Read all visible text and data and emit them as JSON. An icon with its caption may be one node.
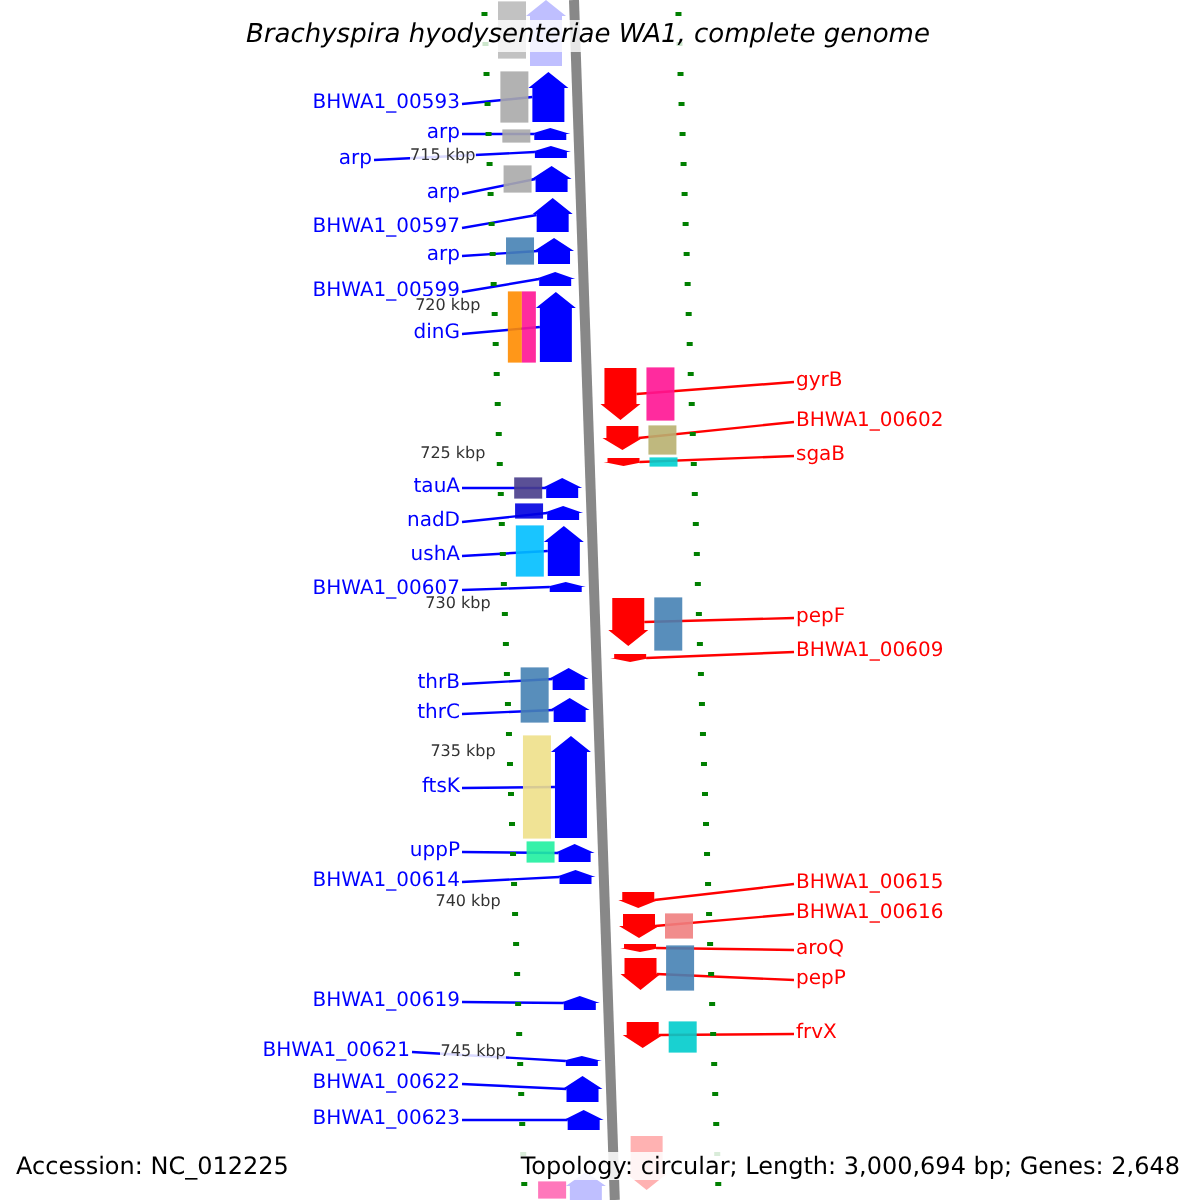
{
  "diagram": {
    "title": "Brachyspira hyodysenteriae WA1, complete genome",
    "nodes": [
      {
        "text": [
          "BHWA1_00593"
        ]
      },
      {
        "text": [
          "arp"
        ]
      },
      {
        "text": [
          "arp"
        ]
      },
      {
        "text": [
          "arp"
        ]
      },
      {
        "text": [
          "BHWA1_00597"
        ]
      },
      {
        "text": [
          "arp"
        ]
      },
      {
        "text": [
          "BHWA1_00599"
        ]
      },
      {
        "text": [
          "dinG"
        ]
      },
      {
        "text": [
          "gyrB"
        ]
      },
      {
        "text": [
          "BHWA1_00602"
        ]
      },
      {
        "text": [
          "sgaB"
        ]
      },
      {
        "text": [
          "tauA"
        ]
      },
      {
        "text": [
          "nadD"
        ]
      },
      {
        "text": [
          "ushA"
        ]
      },
      {
        "text": [
          "BHWA1_00607"
        ]
      },
      {
        "text": [
          "pepF"
        ]
      },
      {
        "text": [
          "BHWA1_00609"
        ]
      },
      {
        "text": [
          "thrB"
        ]
      },
      {
        "text": [
          "thrC"
        ]
      },
      {
        "text": [
          "ftsK"
        ]
      },
      {
        "text": [
          "uppP"
        ]
      },
      {
        "text": [
          "BHWA1_00614"
        ]
      },
      {
        "text": [
          "BHWA1_00615"
        ]
      },
      {
        "text": [
          "BHWA1_00616"
        ]
      },
      {
        "text": [
          "aroQ"
        ]
      },
      {
        "text": [
          "pepP"
        ]
      },
      {
        "text": [
          "BHWA1_00619"
        ]
      },
      {
        "text": [
          "frvX"
        ]
      },
      {
        "text": [
          "BHWA1_00621"
        ]
      },
      {
        "text": [
          "BHWA1_00622"
        ]
      },
      {
        "text": [
          "BHWA1_00623"
        ]
      },
      {
        "text": [],
        "shape": "arrow"
      },
      {
        "text": [],
        "shape": "arrow"
      },
      {
        "text": [],
        "shape": "arrow"
      },
      {
        "text": [],
        "shape": "arrow"
      },
      {
        "text": [],
        "shape": "arrow"
      },
      {
        "text": [],
        "shape": "arrow"
      },
      {
        "text": [],
        "shape": "arrow"
      },
      {
        "text": [],
        "shape": "arrow"
      },
      {
        "text": [],
        "shape": "arrow"
      },
      {
        "text": [],
        "shape": "arrow"
      },
      {
        "text": [],
        "shape": "arrow"
      },
      {
        "text": [],
        "shape": "arrow"
      },
      {
        "text": [],
        "shape": "arrow"
      },
      {
        "text": [],
        "shape": "arrow"
      },
      {
        "text": [],
        "shape": "arrow"
      },
      {
        "text": [],
        "shape": "arrow"
      },
      {
        "text": [],
        "shape": "arrow"
      },
      {
        "text": [],
        "shape": "arrow"
      },
      {
        "text": [],
        "shape": "arrow"
      },
      {
        "text": [],
        "shape": "arrow"
      },
      {
        "text": [],
        "shape": "arrow"
      },
      {
        "text": [],
        "shape": "arrow"
      },
      {
        "text": [],
        "shape": "arrow"
      },
      {
        "text": [],
        "shape": "arrow"
      },
      {
        "text": [],
        "shape": "arrow"
      },
      {
        "text": [],
        "shape": "arrow"
      },
      {
        "text": [],
        "shape": "arrow"
      },
      {
        "text": [],
        "shape": "arrow"
      },
      {
        "text": [],
        "shape": "arrow"
      },
      {
        "text": [],
        "shape": "arrow"
      },
      {
        "text": [],
        "shape": "arrow"
      }
    ],
    "edges": [
      {
        "from": 0,
        "to": 31,
        "arrow": "none"
      },
      {
        "from": 1,
        "to": 32,
        "arrow": "none"
      },
      {
        "from": 2,
        "to": 33,
        "arrow": "none"
      },
      {
        "from": 3,
        "to": 34,
        "arrow": "none"
      },
      {
        "from": 4,
        "to": 35,
        "arrow": "none"
      },
      {
        "from": 5,
        "to": 36,
        "arrow": "none"
      },
      {
        "from": 6,
        "to": 37,
        "arrow": "none"
      },
      {
        "from": 7,
        "to": 38,
        "arrow": "none"
      },
      {
        "from": 8,
        "to": 39,
        "arrow": "none",
        "color": "#ff0000"
      },
      {
        "from": 9,
        "to": 40,
        "arrow": "none",
        "color": "#ff0000"
      },
      {
        "from": 10,
        "to": 41,
        "arrow": "none",
        "color": "#ff0000"
      },
      {
        "from": 11,
        "to": 42,
        "arrow": "none"
      },
      {
        "from": 12,
        "to": 43,
        "arrow": "none"
      },
      {
        "from": 13,
        "to": 44,
        "arrow": "none"
      },
      {
        "from": 14,
        "to": 45,
        "arrow": "none"
      },
      {
        "from": 15,
        "to": 46,
        "arrow": "none",
        "color": "#ff0000"
      },
      {
        "from": 16,
        "to": 47,
        "arrow": "none",
        "color": "#ff0000"
      },
      {
        "from": 17,
        "to": 48,
        "arrow": "none"
      },
      {
        "from": 18,
        "to": 49,
        "arrow": "none"
      },
      {
        "from": 19,
        "to": 50,
        "arrow": "none"
      },
      {
        "from": 20,
        "to": 51,
        "arrow": "none"
      },
      {
        "from": 21,
        "to": 52,
        "arrow": "none"
      },
      {
        "from": 22,
        "to": 53,
        "arrow": "none",
        "color": "#ff0000"
      },
      {
        "from": 23,
        "to": 54,
        "arrow": "none",
        "color": "#ff0000"
      },
      {
        "from": 24,
        "to": 55,
        "arrow": "none",
        "color": "#ff0000"
      },
      {
        "from": 25,
        "to": 56,
        "arrow": "none",
        "color": "#ff0000"
      },
      {
        "from": 26,
        "to": 57,
        "arrow": "none"
      },
      {
        "from": 27,
        "to": 58,
        "arrow": "none",
        "color": "#ff0000"
      },
      {
        "from": 28,
        "to": 59,
        "arrow": "none"
      },
      {
        "from": 29,
        "to": 60,
        "arrow": "none"
      },
      {
        "from": 30,
        "to": 61,
        "arrow": "none"
      }
    ],
    "labels": [
      "715 kbp",
      "720 kbp",
      "725 kbp",
      "730 kbp",
      "735 kbp",
      "740 kbp",
      "745 kbp",
      "Accession: NC_012225",
      "Topology: circular; Length: 3,000,694 bp; Genes: 2,648"
    ]
  }
}
